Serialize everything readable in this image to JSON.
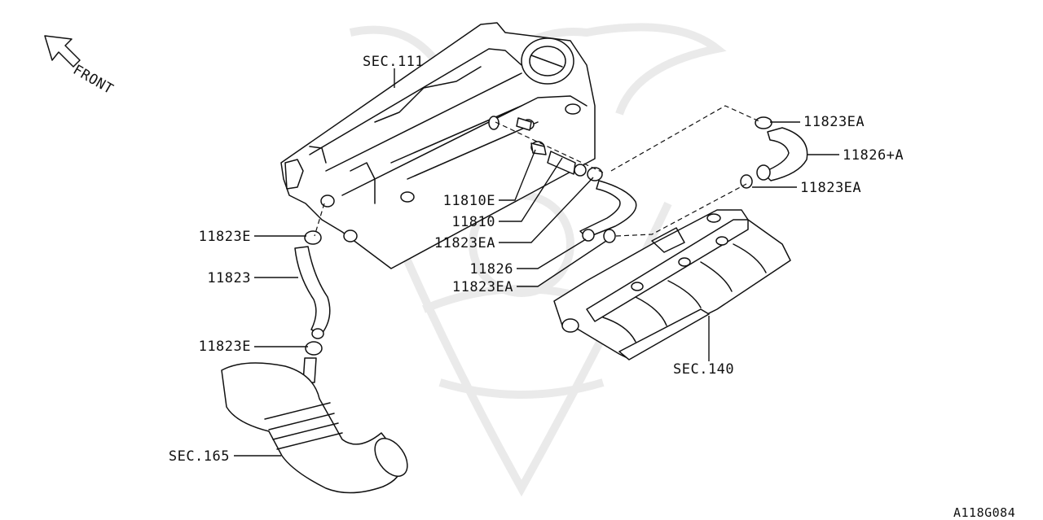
{
  "orientation": {
    "label": "FRONT"
  },
  "callouts": {
    "sec111": "SEC.111",
    "p11823EA_top": "11823EA",
    "p11826A": "11826+A",
    "p11823EA_mid": "11823EA",
    "p11810E": "11810E",
    "p11810": "11810",
    "p11823EA_a": "11823EA",
    "p11826": "11826",
    "p11823EA_b": "11823EA",
    "p11823E_top": "11823E",
    "p11823": "11823",
    "p11823E_bot": "11823E",
    "sec140": "SEC.140",
    "sec165": "SEC.165"
  },
  "figure_code": "A118G084",
  "colors": {
    "line": "#111111",
    "background": "#ffffff",
    "watermark": "#e8e8e8"
  }
}
